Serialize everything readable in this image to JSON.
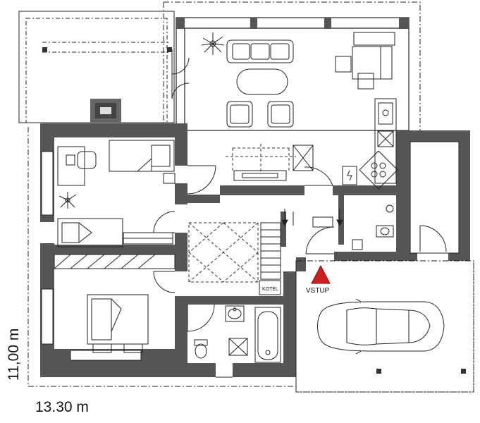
{
  "dimensions": {
    "width_label": "13.30 m",
    "depth_label": "11,00 m"
  },
  "labels": {
    "entrance": "VSTUP",
    "boiler": "KOTEL"
  },
  "colors": {
    "wall": "#555555",
    "line": "#222222",
    "entrance_marker": "#cc1f1f"
  }
}
